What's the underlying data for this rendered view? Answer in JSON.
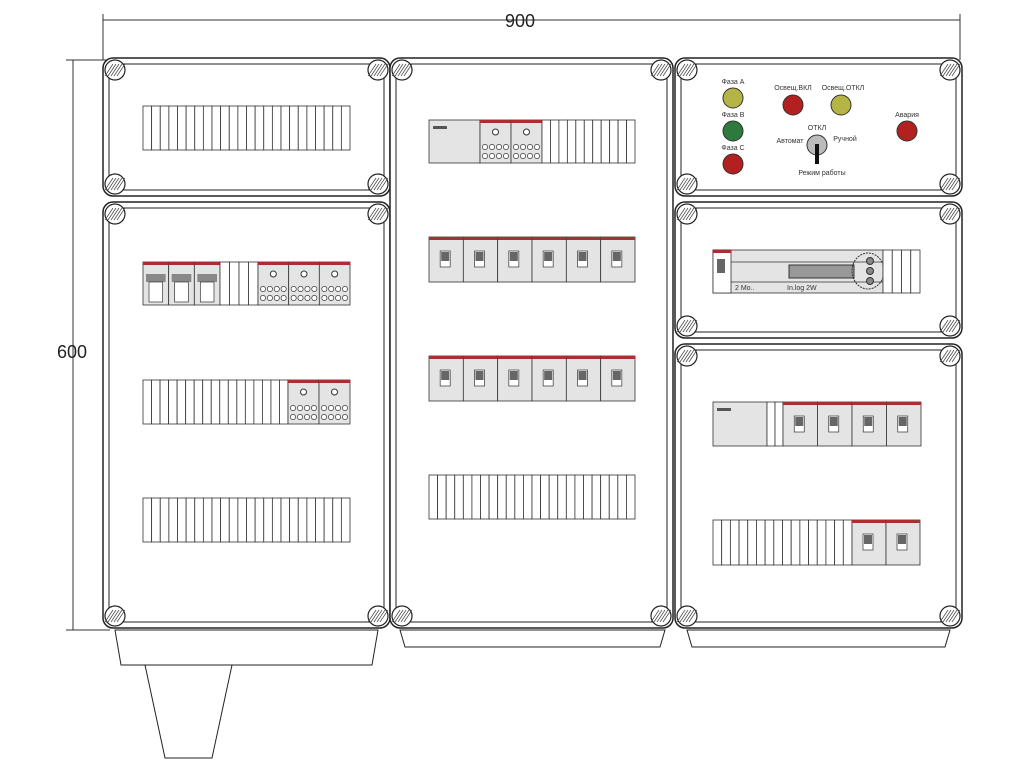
{
  "dimensions": {
    "width_label": "900",
    "height_label": "600"
  },
  "control_panel": {
    "phase_a": "Фаза А",
    "phase_b": "Фаза В",
    "phase_c": "Фаза С",
    "light_on": "Освещ.ВКЛ",
    "light_off": "Освещ.ОТКЛ",
    "alarm": "Авария",
    "off": "ОТКЛ",
    "auto": "Автомат",
    "manual": "Ручной",
    "mode": "Режим работы"
  },
  "device_labels": {
    "left": "2 Mo..",
    "right": "In.log 2W"
  },
  "colors": {
    "yellow": "#b5b545",
    "green": "#2e7a3c",
    "red": "#b22020",
    "breaker_top": "#a83030",
    "module": "#e4e4e4"
  }
}
